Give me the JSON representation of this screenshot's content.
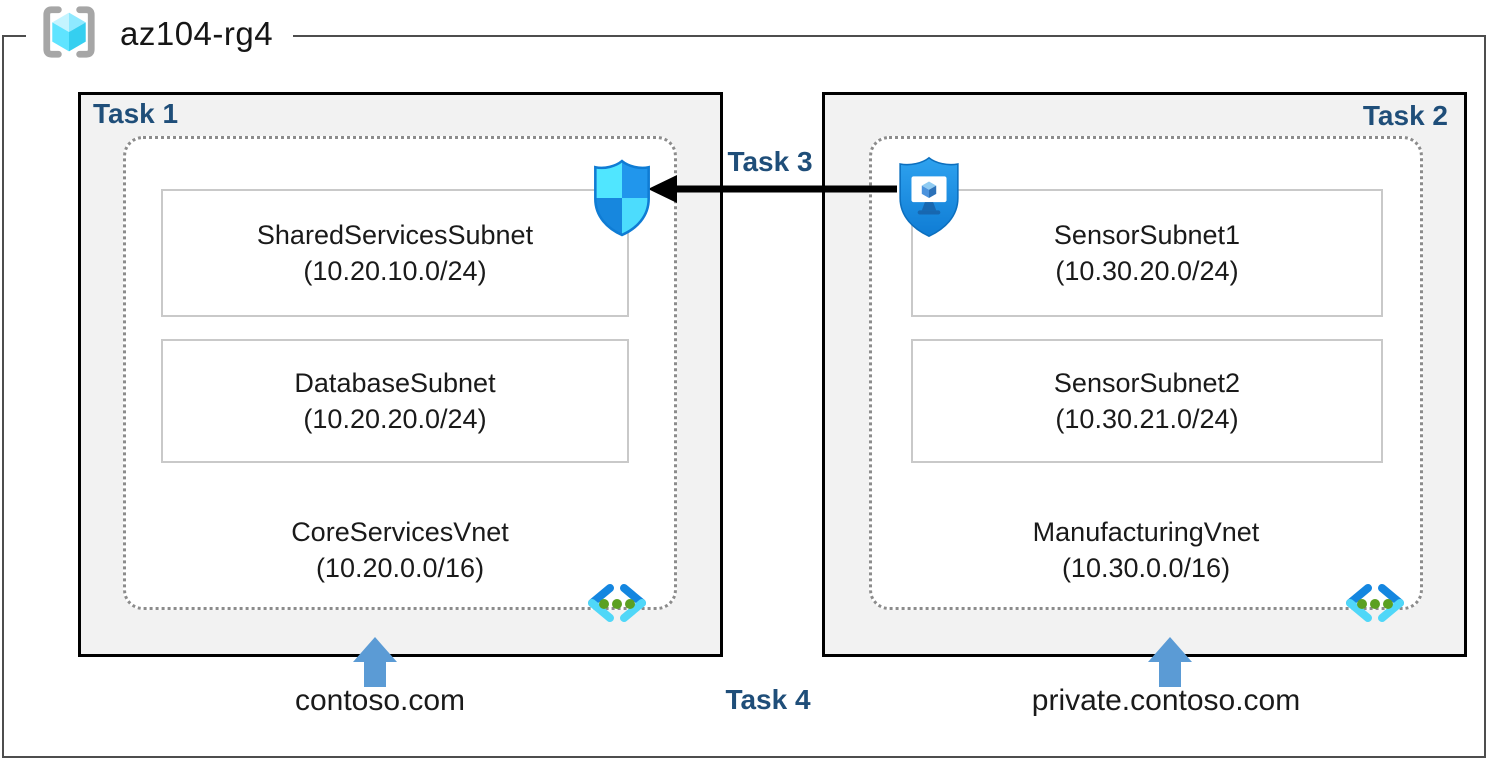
{
  "resource_group": {
    "name": "az104-rg4"
  },
  "boxes": {
    "left": {
      "task_label": "Task 1",
      "vnet": {
        "name": "CoreServicesVnet",
        "cidr": "(10.20.0.0/16)"
      },
      "subnets": [
        {
          "name": "SharedServicesSubnet",
          "cidr": "(10.20.10.0/24)"
        },
        {
          "name": "DatabaseSubnet",
          "cidr": "(10.20.20.0/24)"
        }
      ],
      "dns": "contoso.com"
    },
    "right": {
      "task_label": "Task 2",
      "vnet": {
        "name": "ManufacturingVnet",
        "cidr": "(10.30.0.0/16)"
      },
      "subnets": [
        {
          "name": "SensorSubnet1",
          "cidr": "(10.30.20.0/24)"
        },
        {
          "name": "SensorSubnet2",
          "cidr": "(10.30.21.0/24)"
        }
      ],
      "dns": "private.contoso.com"
    }
  },
  "annotations": {
    "task3": "Task 3",
    "task4": "Task 4"
  },
  "icons": {
    "resource_group": "resource-group-icon",
    "nsg": "network-security-group-icon",
    "protected_vm": "protected-vm-shield-icon",
    "vnet": "virtual-network-icon",
    "up_arrow": "up-arrow",
    "peering_arrow": "left-black-arrow"
  },
  "colors": {
    "task_label_blue": "#1F4E79",
    "box_fill": "#F2F2F2",
    "box_border": "#000000",
    "rg_border": "#4D4D4D",
    "dashed_border": "#8C8C8C",
    "subnet_border": "#C9C9C9",
    "blue_arrow": "#5B9BD5",
    "shield_light": "#50E6FF",
    "shield_mid": "#1E90E4",
    "shield_solid": "#1B91E8",
    "vnet_chevron_dark": "#1486E0",
    "vnet_chevron_light": "#50D7F8",
    "vnet_dot_green": "#5BA021",
    "rg_bracket_gray": "#A6A6A6",
    "cube_cyan": "#50E6FF"
  }
}
